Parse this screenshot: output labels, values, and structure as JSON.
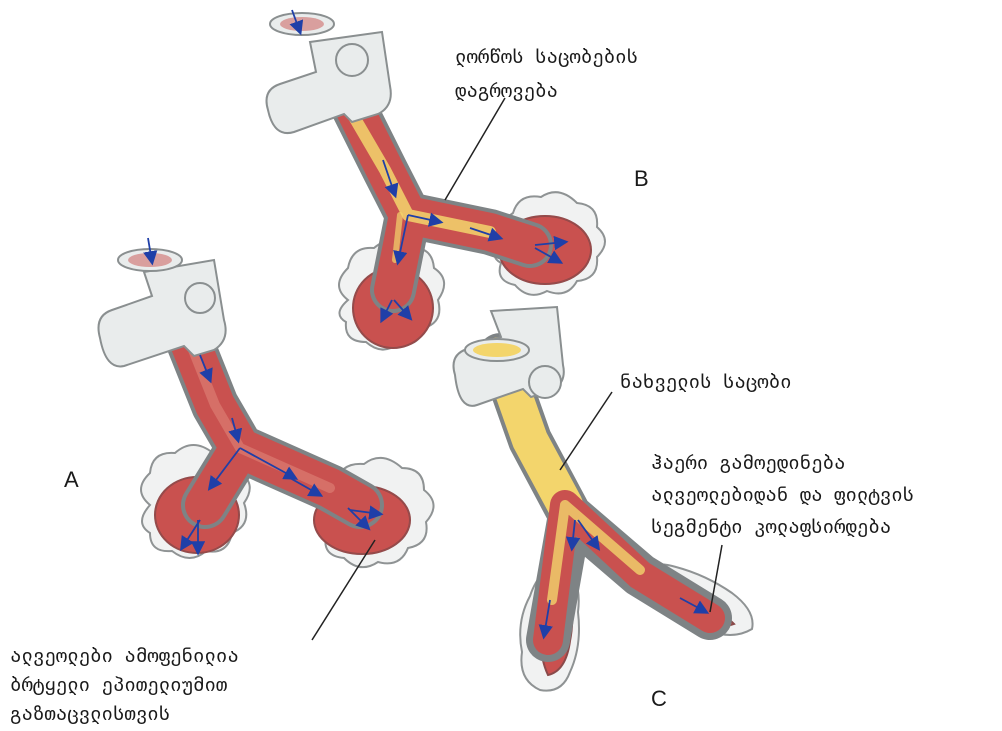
{
  "labels": {
    "a": "A",
    "b": "B",
    "c": "C"
  },
  "annotations": {
    "b_line1": "ლორწოს საცობების",
    "b_line2": "დაგროვება",
    "a_line1": "ალვეოლები ამოფენილია",
    "a_line2": "ბრტყელი ეპითელიუმით",
    "a_line3": "გაზთაცვლისთვის",
    "c_plug": "ნახველის საცობი",
    "c_line1": "ჰაერი გამოედინება",
    "c_line2": "ალვეოლებიდან და ფილტვის",
    "c_line3": "სეგმენტი კოლაფსირდება"
  },
  "colors": {
    "mucosa": "#c9514f",
    "mucosa_light": "#e38e80",
    "mucus": "#f3d56c",
    "arrow": "#1f3fa8",
    "alveolar_cloud": "#f1f2f2"
  }
}
